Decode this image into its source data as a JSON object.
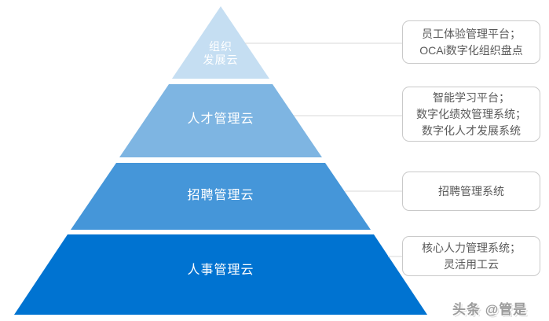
{
  "colors": {
    "connector": "#d9d9d9",
    "callout_border": "#c9c9c9",
    "callout_text": "#595959",
    "tier_label_text": "#ffffff",
    "watermark_text": "#9c9c9c"
  },
  "pyramid": {
    "tiers": [
      {
        "lines": [
          "组织",
          "发展云"
        ],
        "color": "#c5def2"
      },
      {
        "lines": [
          "人才管理云"
        ],
        "color": "#7eb5e2"
      },
      {
        "lines": [
          "招聘管理云"
        ],
        "color": "#4596d9"
      },
      {
        "lines": [
          "人事管理云"
        ],
        "color": "#0073d1"
      }
    ]
  },
  "callouts": [
    {
      "lines": [
        "员工体验管理平台；",
        "OCAi数字化组织盘点"
      ]
    },
    {
      "lines": [
        "智能学习平台；",
        "数字化绩效管理系统；",
        "数字化人才发展系统"
      ]
    },
    {
      "lines": [
        "招聘管理系统"
      ]
    },
    {
      "lines": [
        "核心人力管理系统；",
        "灵活用工云"
      ]
    }
  ],
  "watermark": {
    "text": "头条 @管是"
  }
}
